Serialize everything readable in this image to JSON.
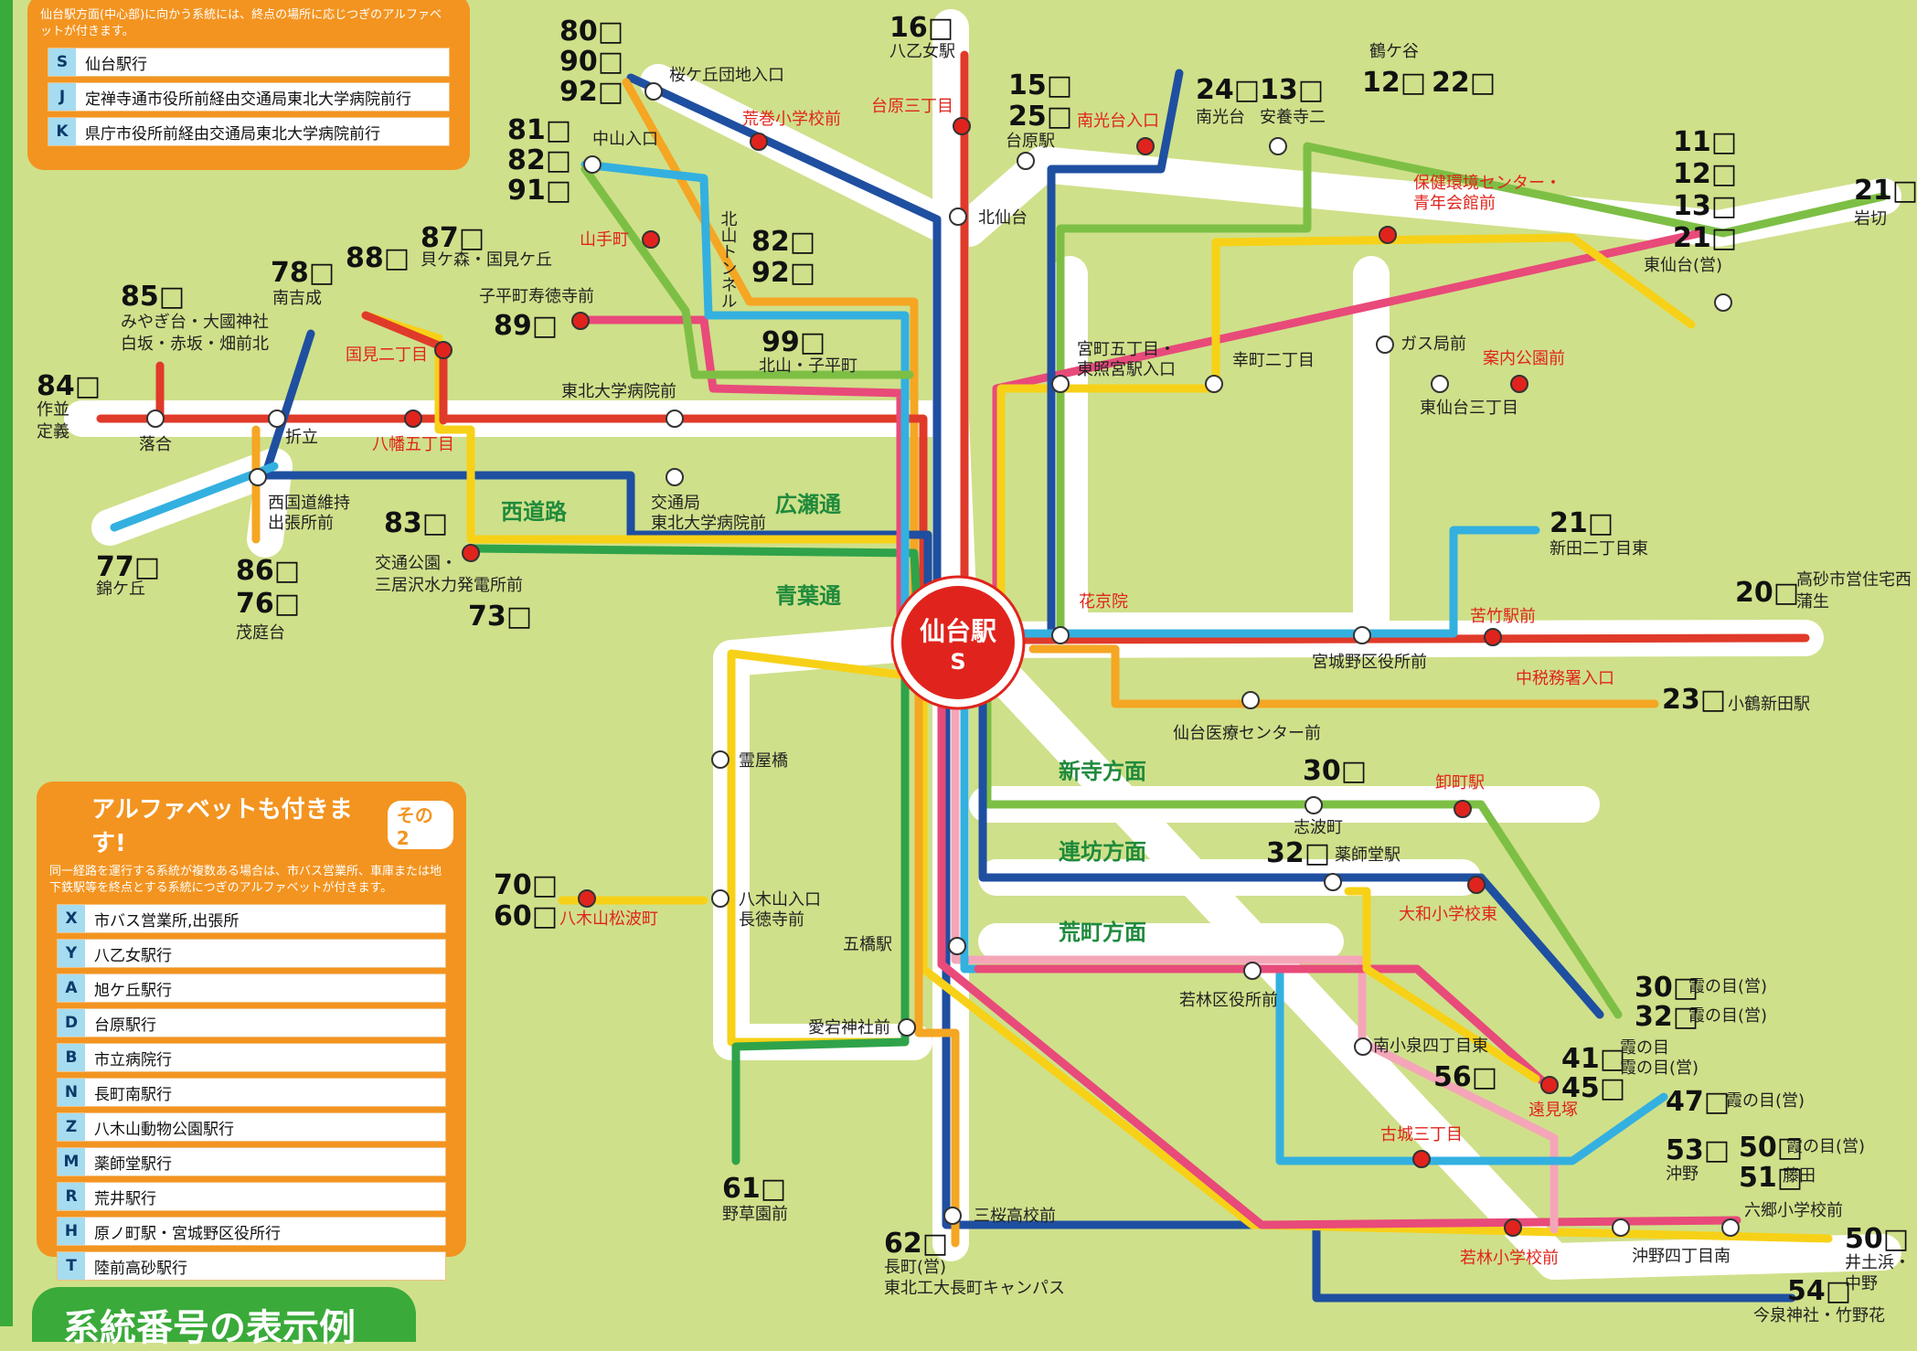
{
  "legend1": {
    "desc": "仙台駅方面(中心部)に向かう系統には、終点の場所に応じつぎのアルファベットが付きます。",
    "items": [
      {
        "key": "S",
        "value": "仙台駅行"
      },
      {
        "key": "J",
        "value": "定禅寺通市役所前経由交通局東北大学病院前行"
      },
      {
        "key": "K",
        "value": "県庁市役所前経由交通局東北大学病院前行"
      }
    ]
  },
  "legend2": {
    "title": "アルファベットも付きます!",
    "badge": "その2",
    "desc": "同一経路を運行する系統が複数ある場合は、市バス営業所、車庫または地下鉄駅等を終点とする系統につぎのアルファベットが付きます。",
    "items": [
      {
        "key": "X",
        "value": "市バス営業所,出張所"
      },
      {
        "key": "Y",
        "value": "八乙女駅行"
      },
      {
        "key": "A",
        "value": "旭ケ丘駅行"
      },
      {
        "key": "D",
        "value": "台原駅行"
      },
      {
        "key": "B",
        "value": "市立病院行"
      },
      {
        "key": "N",
        "value": "長町南駅行"
      },
      {
        "key": "Z",
        "value": "八木山動物公園駅行"
      },
      {
        "key": "M",
        "value": "薬師堂駅行"
      },
      {
        "key": "R",
        "value": "荒井駅行"
      },
      {
        "key": "H",
        "value": "原ノ町駅・宮城野区役所行"
      },
      {
        "key": "T",
        "value": "陸前高砂駅行"
      }
    ]
  },
  "footer_title": "系統番号の表示例",
  "hub": {
    "name": "仙台駅",
    "letter": "S"
  },
  "roads": [
    "西道路",
    "広瀬通",
    "青葉通",
    "新寺方面",
    "連坊方面",
    "荒町方面"
  ],
  "route_numbers": [
    "80□",
    "90□",
    "92□",
    "81□",
    "82□",
    "91□",
    "87□",
    "88□",
    "85□",
    "78□",
    "84□",
    "89□",
    "82□",
    "92□",
    "99□",
    "83□",
    "73□",
    "77□",
    "86□",
    "76□",
    "16□",
    "15□",
    "25□",
    "24□",
    "13□",
    "12□",
    "22□",
    "11□",
    "12□",
    "13□",
    "21□",
    "21□",
    "21□",
    "20□",
    "23□",
    "30□",
    "32□",
    "30□",
    "32□",
    "41□",
    "45□",
    "56□",
    "47□",
    "53□",
    "50□",
    "51□",
    "50□",
    "54□",
    "70□",
    "60□",
    "61□",
    "62□"
  ],
  "stops": [
    "桜ケ丘団地入口",
    "荒巻小学校前",
    "中山入口",
    "山手町",
    "北山トンネル",
    "子平町寿徳寺前",
    "北山・子平町",
    "南吉成",
    "貝ケ森・国見ケ丘",
    "国見二丁目",
    "みやぎ台・大國神社",
    "白坂・赤坂・畑前北",
    "作並",
    "定義",
    "落合",
    "折立",
    "八幡五丁目",
    "東北大学病院前",
    "交通局",
    "東北大学病院前",
    "西国道維持",
    "出張所前",
    "錦ケ丘",
    "茂庭台",
    "交通公園・",
    "三居沢水力発電所前",
    "八乙女駅",
    "台原三丁目",
    "台原駅",
    "北仙台",
    "南光台入口",
    "南光台",
    "安養寺二",
    "鶴ケ谷",
    "保健環境センター・",
    "青年会館前",
    "岩切",
    "東仙台(営)",
    "宮町五丁目・",
    "東照宮駅入口",
    "幸町二丁目",
    "ガス局前",
    "案内公園前",
    "東仙台三丁目",
    "新田二丁目東",
    "高砂市営住宅西",
    "蒲生",
    "花京院",
    "苦竹駅前",
    "宮城野区役所前",
    "中税務署入口",
    "小鶴新田駅",
    "仙台医療センター前",
    "卸町駅",
    "志波町",
    "薬師堂駅",
    "大和小学校東",
    "若林区役所前",
    "南小泉四丁目東",
    "遠見塚",
    "古城三丁目",
    "霞の目(営)",
    "霞の目(営)",
    "霞の目",
    "霞の目(営)",
    "霞の目(営)",
    "霞の目(営)",
    "沖野",
    "藤田",
    "六郷小学校前",
    "井土浜・",
    "中野",
    "沖野四丁目南",
    "若林小学校前",
    "今泉神社・竹野花",
    "霊屋橋",
    "八木山松波町",
    "八木山入口",
    "長徳寺前",
    "五橋駅",
    "愛宕神社前",
    "野草園前",
    "三桜高校前",
    "長町(営)",
    "東北工大長町キャンパス"
  ],
  "colors": {
    "red": "#e03a2a",
    "blue": "#1f4fa0",
    "green": "#7dbf45",
    "yellow": "#f7d117",
    "orange": "#f5a623",
    "pink": "#e84a7a",
    "lightblue": "#33b0e0",
    "darkgreen": "#2fa34a",
    "lightpink": "#f4a6b8",
    "white": "#ffffff"
  }
}
